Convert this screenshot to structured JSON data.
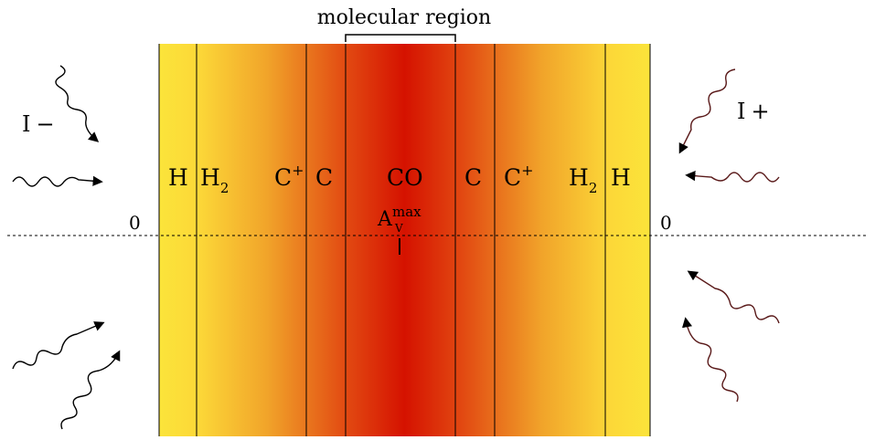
{
  "header": {
    "region_label": "molecular region"
  },
  "cloud": {
    "zones_left": [
      "H",
      "H",
      "C",
      "C",
      "CO"
    ],
    "zones_right": [
      "C",
      "C",
      "H",
      "H"
    ],
    "subscripts": {
      "h2": "2",
      "c_plus": "+"
    },
    "av_label": {
      "base": "A",
      "sub": "V",
      "sup": "max"
    },
    "edge_left": "0",
    "edge_right": "0"
  },
  "radiation": {
    "left_label_base": "I",
    "left_label_sign": "−",
    "right_label_base": "I",
    "right_label_sign": "+"
  },
  "colors": {
    "outer": "#fbe43a",
    "mid": "#ee8a20",
    "inner": "#dd2a08",
    "core": "#d51200",
    "boundary": "#000000",
    "arrow_left": "#000000",
    "arrow_right_tint": "#5a1a1a"
  }
}
